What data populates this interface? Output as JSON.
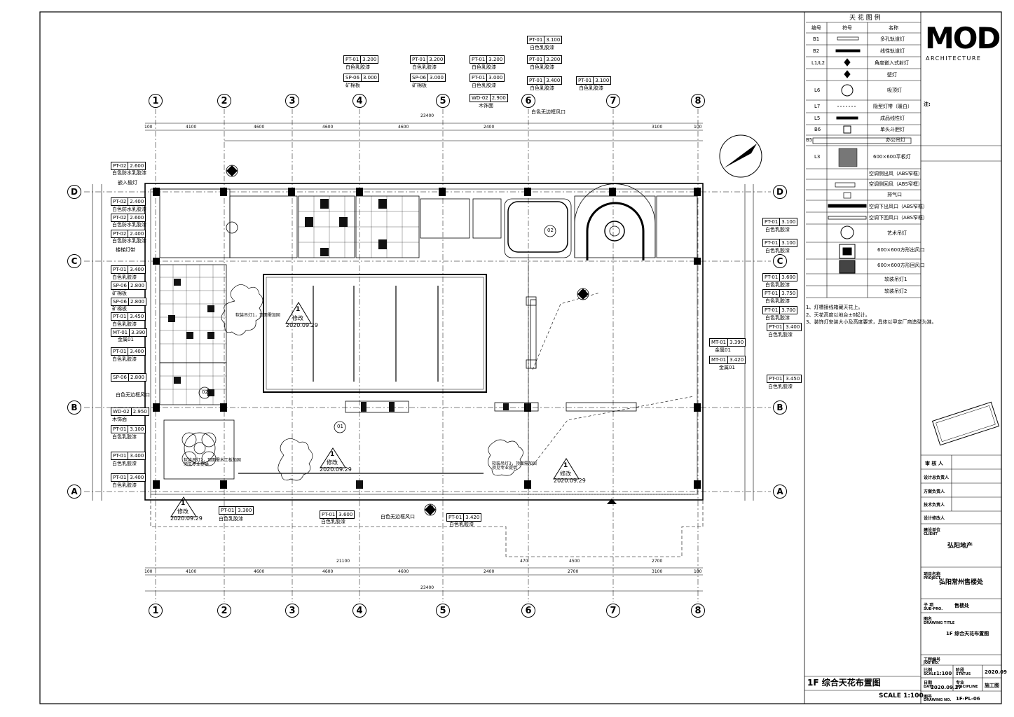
{
  "drawing": {
    "title": "1F 综合天花布置图",
    "scale_text": "SCALE  1:100",
    "dim_total_top": "23400",
    "dim_total_bottom": "23400"
  },
  "grid_columns": [
    "1",
    "2",
    "3",
    "4",
    "5",
    "6",
    "7",
    "8"
  ],
  "grid_rows": [
    "D",
    "C",
    "B",
    "A"
  ],
  "legend": {
    "title": "天 花 图 例",
    "headers": [
      "编号",
      "符号",
      "名称"
    ],
    "rows": [
      {
        "code": "B1",
        "name": "多孔轨道灯"
      },
      {
        "code": "B2",
        "name": "线性轨道灯"
      },
      {
        "code": "L1/L2",
        "name": "角度嵌入式射灯"
      },
      {
        "code": "",
        "name": "壁灯"
      },
      {
        "code": "L6",
        "name": "吸顶灯"
      },
      {
        "code": "L7",
        "name": "隐型灯带（暖白）"
      },
      {
        "code": "L5",
        "name": "成品线性灯"
      },
      {
        "code": "B6",
        "name": "单头斗胆灯"
      },
      {
        "code": "B5",
        "name": "办公吊灯"
      },
      {
        "code": "L3",
        "name": "600×600平板灯"
      },
      {
        "code": "",
        "name": "空调侧出风（ABS窄框）"
      },
      {
        "code": "",
        "name": "空调侧回风（ABS窄框）"
      },
      {
        "code": "",
        "name": "排气口"
      },
      {
        "code": "",
        "name": "空调下出风口（ABS窄框）"
      },
      {
        "code": "",
        "name": "空调下回风口（ABS窄框）"
      },
      {
        "code": "",
        "name": "艺术吊灯"
      },
      {
        "code": "",
        "name": "600×600方形出风口"
      },
      {
        "code": "",
        "name": "600×600方形回风口"
      },
      {
        "code": "",
        "name": "软装吊灯1"
      },
      {
        "code": "",
        "name": "软装吊灯2"
      }
    ],
    "notes": [
      "1、灯槽接线箱藏天花上。",
      "2、天花高度以地台±0起计。",
      "3、装饰灯安装大小及高度要求，具体以甲定厂商造型为准。"
    ]
  },
  "title_block": {
    "logo_main": "MOD",
    "logo_sub": "ARCHITECTURE",
    "client_label": "建设单位",
    "client_label_en": "CLIENT",
    "client": "弘阳地产",
    "project_label": "项目名称",
    "project_label_en": "PROJECT",
    "project": "弘阳常州售楼处",
    "sub_label": "子 项",
    "sub_label_en": "SUB-PRO.",
    "sub_project": "售楼处",
    "drawing_title_label": "图名",
    "drawing_title_label_en": "DRAWING TITLE",
    "drawing_title": "1F 综合天花布置图",
    "job_label": "工程编号",
    "job_label_en": "JOB NO.",
    "scale_label": "比例",
    "scale_label_en": "SCALE",
    "scale": "1:100",
    "stage_label": "阶段",
    "stage_label_en": "STATUS",
    "stage_date": "2020.09",
    "date_label": "日期",
    "date_label_en": "DATE",
    "date": "2020.09.27",
    "major_label": "专业",
    "major_label_en": "DISCIPLINE",
    "status": "施工图",
    "drawing_no_label": "图号",
    "drawing_no_label_en": "DRAWING NO.",
    "drawing_no": "1F-PL-06",
    "sign_rows": [
      "审 核 人",
      "设计总负责人",
      "方案负责人",
      "技术负责人",
      "设计修改人"
    ],
    "note_head": "注:"
  },
  "revision": {
    "num": "1",
    "label": "修改",
    "date": "2020.09.29"
  },
  "tags": [
    {
      "code": "PT-01",
      "level": "3.100",
      "desc": "白色乳胶漆"
    },
    {
      "code": "PT-01",
      "level": "3.200",
      "desc": "白色乳胶漆"
    },
    {
      "code": "PT-01",
      "level": "3.200",
      "desc": "白色乳胶漆"
    },
    {
      "code": "PT-01",
      "level": "3.200",
      "desc": "白色乳胶漆"
    },
    {
      "code": "PT-01",
      "level": "3.200",
      "desc": "白色乳胶漆"
    },
    {
      "code": "SP-06",
      "level": "3.000",
      "desc": "矿棉板"
    },
    {
      "code": "SP-06",
      "level": "3.000",
      "desc": "矿棉板"
    },
    {
      "code": "PT-01",
      "level": "3.000",
      "desc": "白色乳胶漆"
    },
    {
      "code": "WD-02",
      "level": "2.900",
      "desc": "木饰面"
    },
    {
      "code": "PT-01",
      "level": "3.400",
      "desc": "白色乳胶漆"
    },
    {
      "code": "PT-01",
      "level": "3.100",
      "desc": "白色乳胶漆"
    },
    {
      "code": "PT-02",
      "level": "2.600",
      "desc": "白色防水乳胶漆"
    },
    {
      "code": "PT-02",
      "level": "2.400",
      "desc": "白色防水乳胶漆"
    },
    {
      "code": "PT-02",
      "level": "2.600",
      "desc": "白色防水乳胶漆"
    },
    {
      "code": "PT-02",
      "level": "2.400",
      "desc": "白色防水乳胶漆"
    },
    {
      "code": "PT-01",
      "level": "3.400",
      "desc": "白色乳胶漆"
    },
    {
      "code": "SP-06",
      "level": "2.800",
      "desc": "矿棉板"
    },
    {
      "code": "SP-06",
      "level": "2.800",
      "desc": "矿棉板"
    },
    {
      "code": "PT-01",
      "level": "3.450",
      "desc": "白色乳胶漆"
    },
    {
      "code": "MT-01",
      "level": "3.390",
      "desc": "金属01"
    },
    {
      "code": "PT-01",
      "level": "3.400",
      "desc": "白色乳胶漆"
    },
    {
      "code": "SP-06",
      "level": "2.800",
      "desc": "白色无边框风口"
    },
    {
      "code": "WD-02",
      "level": "2.950",
      "desc": "木饰面"
    },
    {
      "code": "PT-01",
      "level": "3.100",
      "desc": "白色乳胶漆"
    },
    {
      "code": "PT-01",
      "level": "3.400",
      "desc": "白色乳胶漆"
    },
    {
      "code": "PT-01",
      "level": "3.400",
      "desc": "白色乳胶漆"
    },
    {
      "code": "PT-01",
      "level": "3.100",
      "desc": "白色乳胶漆"
    },
    {
      "code": "PT-01",
      "level": "3.100",
      "desc": "白色乳胶漆"
    },
    {
      "code": "PT-01",
      "level": "3.600",
      "desc": "白色乳胶漆"
    },
    {
      "code": "PT-01",
      "level": "3.750",
      "desc": "白色乳胶漆"
    },
    {
      "code": "PT-01",
      "level": "3.700",
      "desc": "白色乳胶漆"
    },
    {
      "code": "PT-01",
      "level": "3.400",
      "desc": "白色乳胶漆"
    },
    {
      "code": "MT-01",
      "level": "3.390",
      "desc": "金属01"
    },
    {
      "code": "MT-01",
      "level": "3.420",
      "desc": "金属01"
    },
    {
      "code": "PT-01",
      "level": "3.450",
      "desc": "白色乳胶漆"
    },
    {
      "code": "PT-01",
      "level": "3.300",
      "desc": "白色乳胶漆"
    },
    {
      "code": "PT-01",
      "level": "3.600",
      "desc": "白色乳胶漆"
    },
    {
      "code": "PT-01",
      "level": "3.420",
      "desc": "白色乳胶漆"
    }
  ],
  "notes_plan": {
    "hidden_light": "嵌入檐灯",
    "no_frame_vent": "白色无边框风口",
    "stair_light": "楼梯灯带",
    "drop_note_1": "软装吊灯1，顶面需加固",
    "drop_note_2": "软装吊灯2，顶面需木工板加固\n须见专业提供",
    "drop_note_3": "软装吊灯3，顶面需加固\n须见专业提供",
    "cut_01": "01",
    "cut_02": "02",
    "cut_03": "03"
  },
  "dims_top": [
    "100",
    "4100",
    "4600",
    "4600",
    "4600",
    "2400",
    "3100",
    "100"
  ],
  "dims_bottom": [
    "100",
    "4100",
    "4600",
    "4600",
    "4600",
    "2400",
    "2700",
    "3100",
    "100"
  ],
  "dims_bottom2": [
    "21100",
    "470",
    "4500",
    "2700"
  ]
}
